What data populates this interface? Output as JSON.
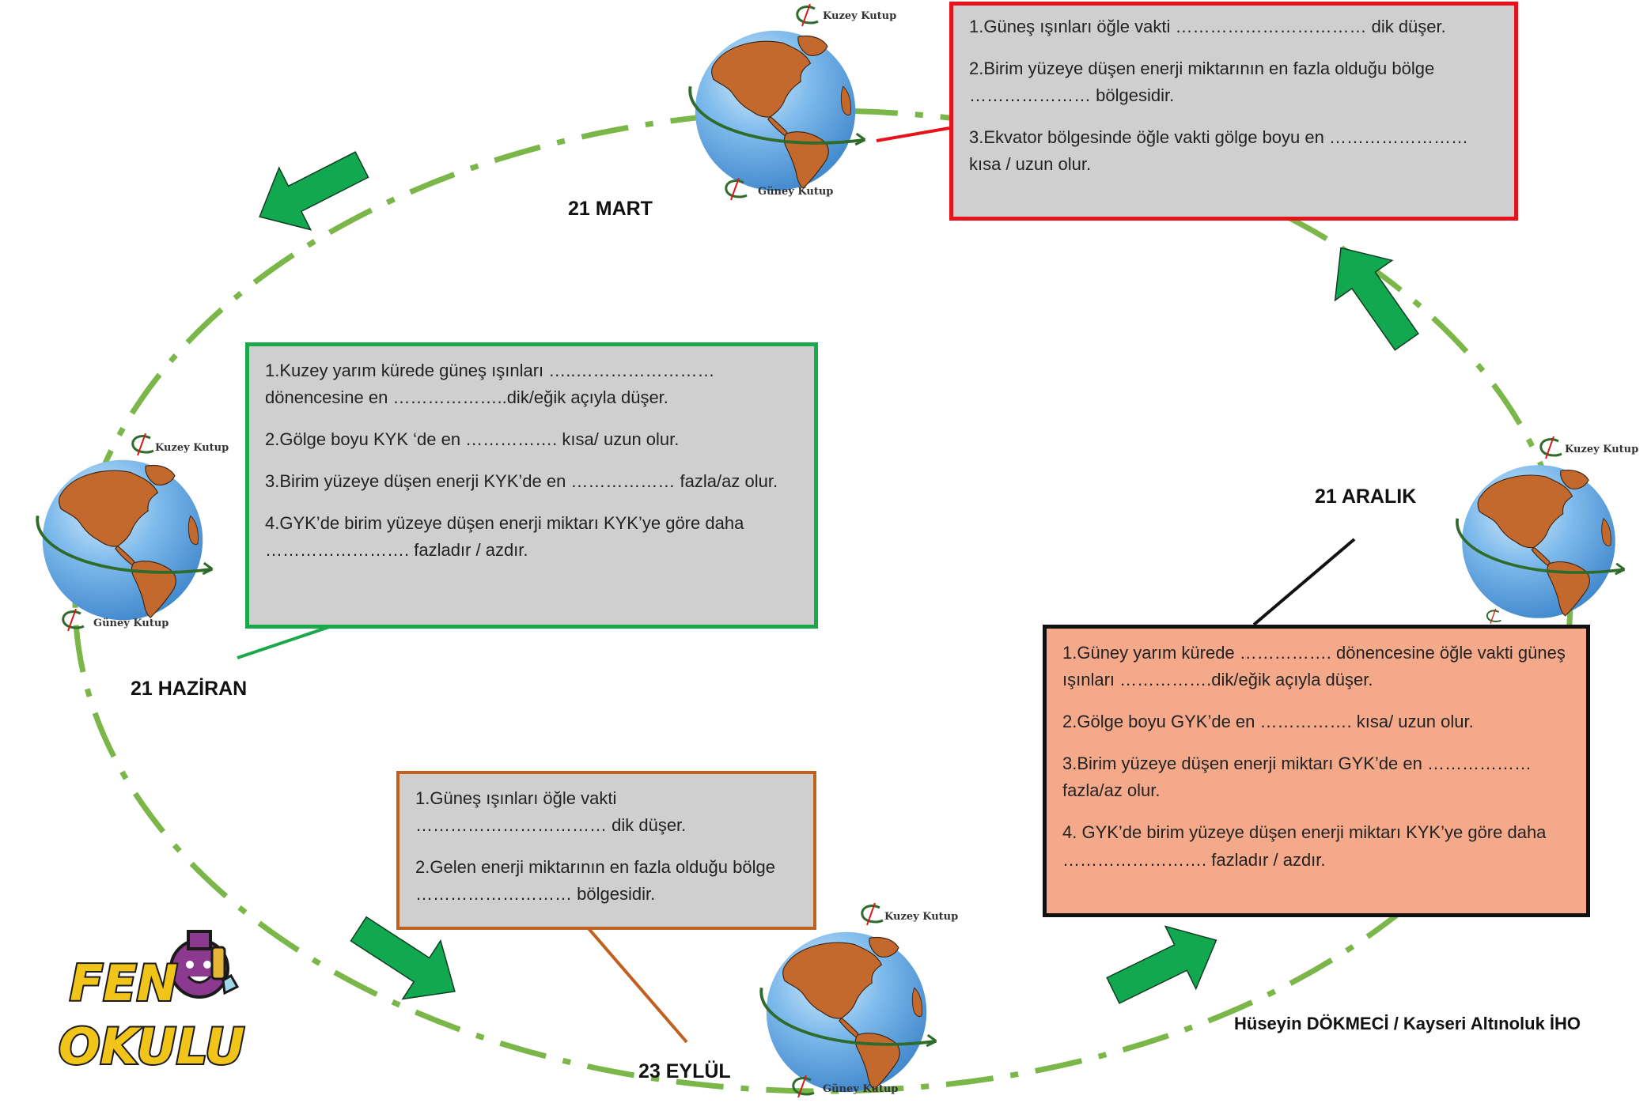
{
  "dates": {
    "mart": "21 MART",
    "haziran": "21 HAZİRAN",
    "eylul": "23 EYLÜL",
    "aralik": "21  ARALIK"
  },
  "poles": {
    "north": "Kuzey Kutup",
    "south": "Güney Kutup"
  },
  "boxes": {
    "mart": {
      "color": "#e8121b",
      "lines": [
        "1.Güneş ışınları öğle vakti ……………………………  dik düşer.",
        "2.Birim yüzeye düşen enerji miktarının en fazla olduğu bölge ………………… bölgesidir.",
        "3.Ekvator bölgesinde öğle vakti gölge boyu  en  …………………… kısa / uzun olur."
      ]
    },
    "haziran": {
      "color": "#1aa84a",
      "lines": [
        "1.Kuzey  yarım kürede güneş ışınları    …..…………………… dönencesine en   ………………..dik/eğik  açıyla  düşer.",
        " 2.Gölge boyu KYK ‘de  en ……………. kısa/ uzun  olur.",
        "3.Birim yüzeye düşen enerji   KYK’de en ……………… fazla/az olur.",
        "4.GYK’de  birim yüzeye düşen enerji miktarı KYK’ye göre daha ……………………. fazladır / azdır."
      ]
    },
    "eylul": {
      "color": "#c0601e",
      "lines": [
        "1.Güneş ışınları öğle vakti ……………………………  dik düşer.",
        "2.Gelen enerji miktarının en fazla olduğu bölge ……………………… bölgesidir."
      ]
    },
    "aralik": {
      "color": "#111111",
      "fill": "#f4a98a",
      "lines": [
        "1.Güney   yarım kürede ……………. dönencesine öğle vakti güneş ışınları …………….dik/eğik  açıyla düşer.",
        " 2.Gölge boyu GYK’de  en ……………. kısa/ uzun  olur.",
        "3.Birim yüzeye düşen enerji miktarı GYK’de en ……………… fazla/az  olur.",
        "4. GYK’de birim yüzeye düşen enerji miktarı KYK’ye göre daha ……………………. fazladır / azdır."
      ]
    }
  },
  "author": "Hüseyin DÖKMECİ / Kayseri Altınoluk İHO",
  "logo": {
    "line1": "FEN",
    "line2": "OKULU"
  },
  "colors": {
    "orbit": "#7ab648",
    "arrow": "#11a850",
    "ocean": "#5ea7e3",
    "land": "#c4692d",
    "box_grey": "#cfcfcf"
  }
}
